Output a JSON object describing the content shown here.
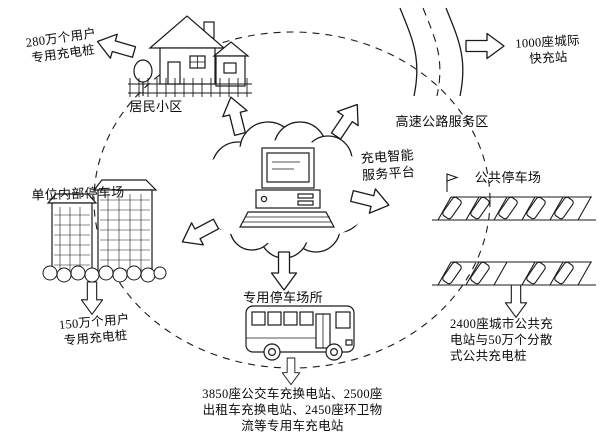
{
  "labels": {
    "top_left_charging": "280万个用户\n专用充电桩",
    "residential": "居民小区",
    "highway": "高速公路服务区",
    "intercity_fast": "1000座城际\n快充站",
    "platform": "充电智能\n服务平台",
    "office_parking": "单位内部停车场",
    "office_charging": "150万个用户\n专用充电桩",
    "public_parking": "公共停车场",
    "public_charging": "2400座城市公共充\n电站与50万个分散\n式公共充电桩",
    "bus_parking": "专用停车场所",
    "bus_charging": "3850座公交车充换电站、2500座\n出租车充换电站、2450座环卫物\n流等专用车充电站"
  },
  "colors": {
    "stroke": "#1a1a1a",
    "background": "#ffffff"
  }
}
